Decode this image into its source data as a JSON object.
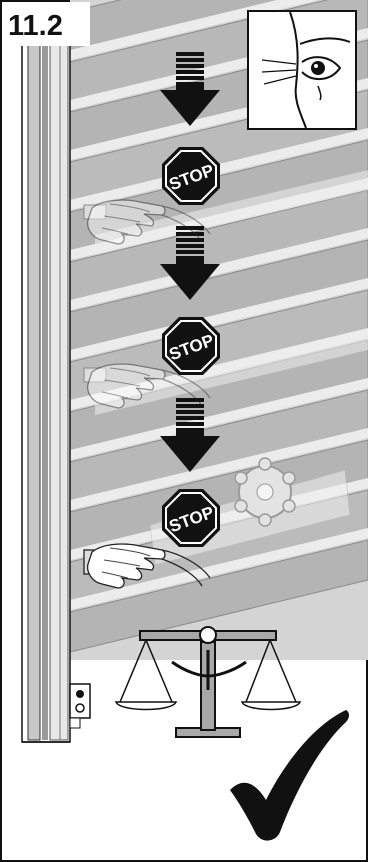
{
  "figure": {
    "step_number": "11.2",
    "sign_text": "STOP",
    "stop_signs": [
      "STOP",
      "STOP",
      "STOP"
    ],
    "icons": [
      "eye-icon",
      "down-arrow-icon",
      "stop-sign-icon",
      "hand-icon",
      "balance-scale-icon",
      "check-mark-icon",
      "handwheel-icon"
    ],
    "colors": {
      "ink": "#111111",
      "panel_gray": "#a8a8a8",
      "slat_gray": "#b4b4b4",
      "light_gray": "#e6e6e6"
    }
  }
}
